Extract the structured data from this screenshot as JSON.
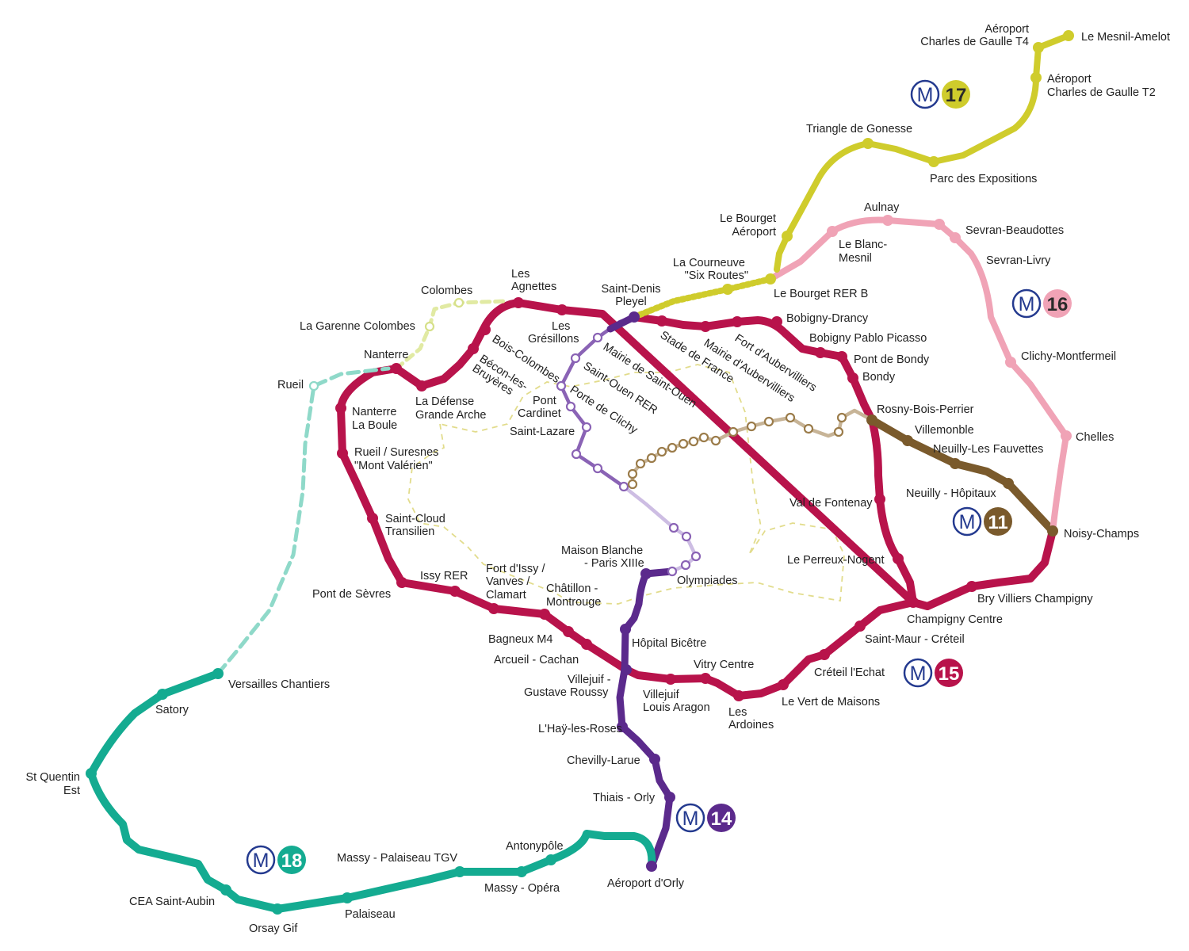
{
  "colors": {
    "line14": "#5b2a8c",
    "line15": "#b8134b",
    "line16": "#f0a3b6",
    "line17": "#cfcc2c",
    "line18": "#14ab91",
    "line11": "#7a5a2c",
    "metro_logo": "#243a8f",
    "paris_boundary": "#e2dc8c"
  },
  "lines": [
    {
      "key": "line14",
      "number": "14",
      "logo": "M"
    },
    {
      "key": "line15",
      "number": "15",
      "logo": "M"
    },
    {
      "key": "line16",
      "number": "16",
      "logo": "M"
    },
    {
      "key": "line17",
      "number": "17",
      "logo": "M"
    },
    {
      "key": "line18",
      "number": "18",
      "logo": "M"
    },
    {
      "key": "line11",
      "number": "11",
      "logo": "M"
    }
  ],
  "stations": {
    "line17": [
      "Le Mesnil-Amelot",
      "Aéroport Charles de Gaulle T4",
      "Aéroport Charles de Gaulle T2",
      "Triangle de Gonesse",
      "Parc des Expositions",
      "Le Bourget Aéroport",
      "La Courneuve \"Six Routes\""
    ],
    "line16": [
      "Aulnay",
      "Sevran-Beaudottes",
      "Sevran-Livry",
      "Le Blanc-Mesnil",
      "Le Bourget RER B",
      "Clichy-Montfermeil",
      "Chelles",
      "Noisy-Champs"
    ],
    "line15": [
      "Saint-Denis Pleyel",
      "Les Grésillons",
      "Les Agnettes",
      "Bois-Colombes",
      "Bécon-les-Bruyères",
      "La Défense Grande Arche",
      "Nanterre",
      "Nanterre La Boule",
      "Rueil / Suresnes \"Mont Valérien\"",
      "Saint-Cloud Transilien",
      "Pont de Sèvres",
      "Issy RER",
      "Fort d'Issy / Vanves / Clamart",
      "Châtillon - Montrouge",
      "Bagneux M4",
      "Arcueil - Cachan",
      "Villejuif - Gustave Roussy",
      "Villejuif Louis Aragon",
      "Vitry Centre",
      "Les Ardoines",
      "Le Vert de Maisons",
      "Créteil l'Echat",
      "Saint-Maur - Créteil",
      "Champigny Centre",
      "Bry Villiers Champigny",
      "Le Perreux-Nogent",
      "Val de Fontenay",
      "Rosny-Bois-Perrier",
      "Bondy",
      "Pont de Bondy",
      "Bobigny Pablo Picasso",
      "Bobigny-Drancy",
      "Fort d'Aubervilliers",
      "Mairie d'Aubervilliers",
      "Stade de France"
    ],
    "line14": [
      "Saint-Denis Pleyel",
      "Mairie de Saint-Ouen",
      "Saint-Ouen RER",
      "Porte de Clichy",
      "Pont Cardinet",
      "Saint-Lazare",
      "Maison Blanche - Paris XIIIe",
      "Olympiades",
      "Hôpital Bicêtre",
      "Villejuif - Gustave Roussy",
      "L'Haÿ-les-Roses",
      "Chevilly-Larue",
      "Thiais - Orly",
      "Aéroport d'Orly"
    ],
    "line11": [
      "Rosny-Bois-Perrier",
      "Villemonble",
      "Neuilly-Les Fauvettes",
      "Neuilly - Hôpitaux",
      "Noisy-Champs"
    ],
    "line18": [
      "Aéroport d'Orly",
      "Antonypôle",
      "Massy - Opéra",
      "Massy - Palaiseau TGV",
      "Palaiseau",
      "Orsay Gif",
      "CEA Saint-Aubin",
      "St Quentin Est",
      "Satory",
      "Versailles Chantiers",
      "Rueil",
      "Nanterre",
      "La Garenne Colombes",
      "Colombes"
    ]
  },
  "labels": [
    {
      "text": "Aéroport",
      "name": "label-aeroport-cdg-t4-l1"
    },
    {
      "text": "Charles de Gaulle T4",
      "name": "label-aeroport-cdg-t4-l2"
    },
    {
      "text": "Le Mesnil-Amelot",
      "name": "label-le-mesnil-amelot"
    },
    {
      "text": "Aéroport",
      "name": "label-aeroport-cdg-t2-l1"
    },
    {
      "text": "Charles de Gaulle T2",
      "name": "label-aeroport-cdg-t2-l2"
    },
    {
      "text": "Triangle de Gonesse",
      "name": "label-triangle-de-gonesse"
    },
    {
      "text": "Parc des Expositions",
      "name": "label-parc-des-expositions"
    },
    {
      "text": "Le Bourget",
      "name": "label-le-bourget-aeroport-l1"
    },
    {
      "text": "Aéroport",
      "name": "label-le-bourget-aeroport-l2"
    },
    {
      "text": "Aulnay",
      "name": "label-aulnay"
    },
    {
      "text": "Sevran-Beaudottes",
      "name": "label-sevran-beaudottes"
    },
    {
      "text": "Sevran-Livry",
      "name": "label-sevran-livry"
    },
    {
      "text": "Le Blanc-",
      "name": "label-le-blanc-mesnil-l1"
    },
    {
      "text": "Mesnil",
      "name": "label-le-blanc-mesnil-l2"
    },
    {
      "text": "La Courneuve",
      "name": "label-la-courneuve-l1"
    },
    {
      "text": "\"Six Routes\"",
      "name": "label-la-courneuve-l2"
    },
    {
      "text": "Le Bourget RER B",
      "name": "label-le-bourget-rer-b"
    },
    {
      "text": "Les",
      "name": "label-les-agnettes-l1"
    },
    {
      "text": "Agnettes",
      "name": "label-les-agnettes-l2"
    },
    {
      "text": "Saint-Denis",
      "name": "label-saint-denis-pleyel-l1"
    },
    {
      "text": "Pleyel",
      "name": "label-saint-denis-pleyel-l2"
    },
    {
      "text": "Colombes",
      "name": "label-colombes"
    },
    {
      "text": "La Garenne Colombes",
      "name": "label-la-garenne-colombes"
    },
    {
      "text": "Nanterre",
      "name": "label-nanterre"
    },
    {
      "text": "Rueil",
      "name": "label-rueil"
    },
    {
      "text": "Les",
      "name": "label-les-gresillons-l1"
    },
    {
      "text": "Grésillons",
      "name": "label-les-gresillons-l2"
    },
    {
      "text": "Bobigny-Drancy",
      "name": "label-bobigny-drancy"
    },
    {
      "text": "Bobigny Pablo Picasso",
      "name": "label-bobigny-pablo-picasso"
    },
    {
      "text": "Pont de Bondy",
      "name": "label-pont-de-bondy"
    },
    {
      "text": "Bondy",
      "name": "label-bondy"
    },
    {
      "text": "Clichy-Montfermeil",
      "name": "label-clichy-montfermeil"
    },
    {
      "text": "Nanterre",
      "name": "label-nanterre-la-boule-l1"
    },
    {
      "text": "La Boule",
      "name": "label-nanterre-la-boule-l2"
    },
    {
      "text": "La Défense",
      "name": "label-la-defense-l1"
    },
    {
      "text": "Grande Arche",
      "name": "label-la-defense-l2"
    },
    {
      "text": "Pont",
      "name": "label-pont-cardinet-l1"
    },
    {
      "text": "Cardinet",
      "name": "label-pont-cardinet-l2"
    },
    {
      "text": "Saint-Lazare",
      "name": "label-saint-lazare"
    },
    {
      "text": "Rosny-Bois-Perrier",
      "name": "label-rosny-bois-perrier"
    },
    {
      "text": "Villemonble",
      "name": "label-villemonble"
    },
    {
      "text": "Chelles",
      "name": "label-chelles"
    },
    {
      "text": "Neuilly-Les Fauvettes",
      "name": "label-neuilly-les-fauvettes"
    },
    {
      "text": "Rueil / Suresnes",
      "name": "label-rueil-suresnes-l1"
    },
    {
      "text": "\"Mont Valérien\"",
      "name": "label-rueil-suresnes-l2"
    },
    {
      "text": "Neuilly - Hôpitaux",
      "name": "label-neuilly-hopitaux"
    },
    {
      "text": "Val de Fontenay",
      "name": "label-val-de-fontenay"
    },
    {
      "text": "Saint-Cloud",
      "name": "label-saint-cloud-l1"
    },
    {
      "text": "Transilien",
      "name": "label-saint-cloud-l2"
    },
    {
      "text": "Noisy-Champs",
      "name": "label-noisy-champs"
    },
    {
      "text": "Maison Blanche",
      "name": "label-maison-blanche-l1"
    },
    {
      "text": "- Paris XIIIe",
      "name": "label-maison-blanche-l2"
    },
    {
      "text": "Le Perreux-Nogent",
      "name": "label-le-perreux-nogent"
    },
    {
      "text": "Fort d'Issy /",
      "name": "label-fort-issy-l1"
    },
    {
      "text": "Vanves /",
      "name": "label-fort-issy-l2"
    },
    {
      "text": "Clamart",
      "name": "label-fort-issy-l3"
    },
    {
      "text": "Issy RER",
      "name": "label-issy-rer"
    },
    {
      "text": "Olympiades",
      "name": "label-olympiades"
    },
    {
      "text": "Châtillon -",
      "name": "label-chatillon-l1"
    },
    {
      "text": "Montrouge",
      "name": "label-chatillon-l2"
    },
    {
      "text": "Pont de Sèvres",
      "name": "label-pont-de-sevres"
    },
    {
      "text": "Bry Villiers Champigny",
      "name": "label-bry-villiers-champigny"
    },
    {
      "text": "Champigny Centre",
      "name": "label-champigny-centre"
    },
    {
      "text": "Bagneux M4",
      "name": "label-bagneux-m4"
    },
    {
      "text": "Hôpital Bicêtre",
      "name": "label-hopital-bicetre"
    },
    {
      "text": "Saint-Maur - Créteil",
      "name": "label-saint-maur-creteil"
    },
    {
      "text": "Arcueil - Cachan",
      "name": "label-arcueil-cachan"
    },
    {
      "text": "Vitry Centre",
      "name": "label-vitry-centre"
    },
    {
      "text": "Créteil l'Echat",
      "name": "label-creteil-lechat"
    },
    {
      "text": "Villejuif -",
      "name": "label-villejuif-gr-l1"
    },
    {
      "text": "Gustave Roussy",
      "name": "label-villejuif-gr-l2"
    },
    {
      "text": "Versailles Chantiers",
      "name": "label-versailles-chantiers"
    },
    {
      "text": "Villejuif",
      "name": "label-villejuif-la-l1"
    },
    {
      "text": "Louis Aragon",
      "name": "label-villejuif-la-l2"
    },
    {
      "text": "Le Vert de Maisons",
      "name": "label-le-vert-de-maisons"
    },
    {
      "text": "Satory",
      "name": "label-satory"
    },
    {
      "text": "Les",
      "name": "label-les-ardoines-l1"
    },
    {
      "text": "Ardoines",
      "name": "label-les-ardoines-l2"
    },
    {
      "text": "L'Haÿ-les-Roses",
      "name": "label-lhay-les-roses"
    },
    {
      "text": "Chevilly-Larue",
      "name": "label-chevilly-larue"
    },
    {
      "text": "St Quentin",
      "name": "label-st-quentin-l1"
    },
    {
      "text": "Est",
      "name": "label-st-quentin-l2"
    },
    {
      "text": "Thiais - Orly",
      "name": "label-thiais-orly"
    },
    {
      "text": "Antonypôle",
      "name": "label-antonypole"
    },
    {
      "text": "Massy - Palaiseau TGV",
      "name": "label-massy-palaiseau-tgv"
    },
    {
      "text": "Aéroport d'Orly",
      "name": "label-aeroport-dorly"
    },
    {
      "text": "Massy - Opéra",
      "name": "label-massy-opera"
    },
    {
      "text": "CEA Saint-Aubin",
      "name": "label-cea-saint-aubin"
    },
    {
      "text": "Palaiseau",
      "name": "label-palaiseau"
    },
    {
      "text": "Orsay Gif",
      "name": "label-orsay-gif"
    },
    {
      "text": "Mairie de Saint-Ouen",
      "name": "label-mairie-de-saint-ouen"
    },
    {
      "text": "Saint-Ouen RER",
      "name": "label-saint-ouen-rer"
    },
    {
      "text": "Porte de Clichy",
      "name": "label-porte-de-clichy"
    },
    {
      "text": "Bois-Colombes",
      "name": "label-bois-colombes"
    },
    {
      "text": "Bécon-les-",
      "name": "label-becon-l1"
    },
    {
      "text": "Bruyères",
      "name": "label-becon-l2"
    },
    {
      "text": "Stade de France",
      "name": "label-stade-de-france"
    },
    {
      "text": "Mairie d'Aubervilliers",
      "name": "label-mairie-daubervilliers"
    },
    {
      "text": "Fort d'Aubervilliers",
      "name": "label-fort-daubervilliers"
    }
  ]
}
